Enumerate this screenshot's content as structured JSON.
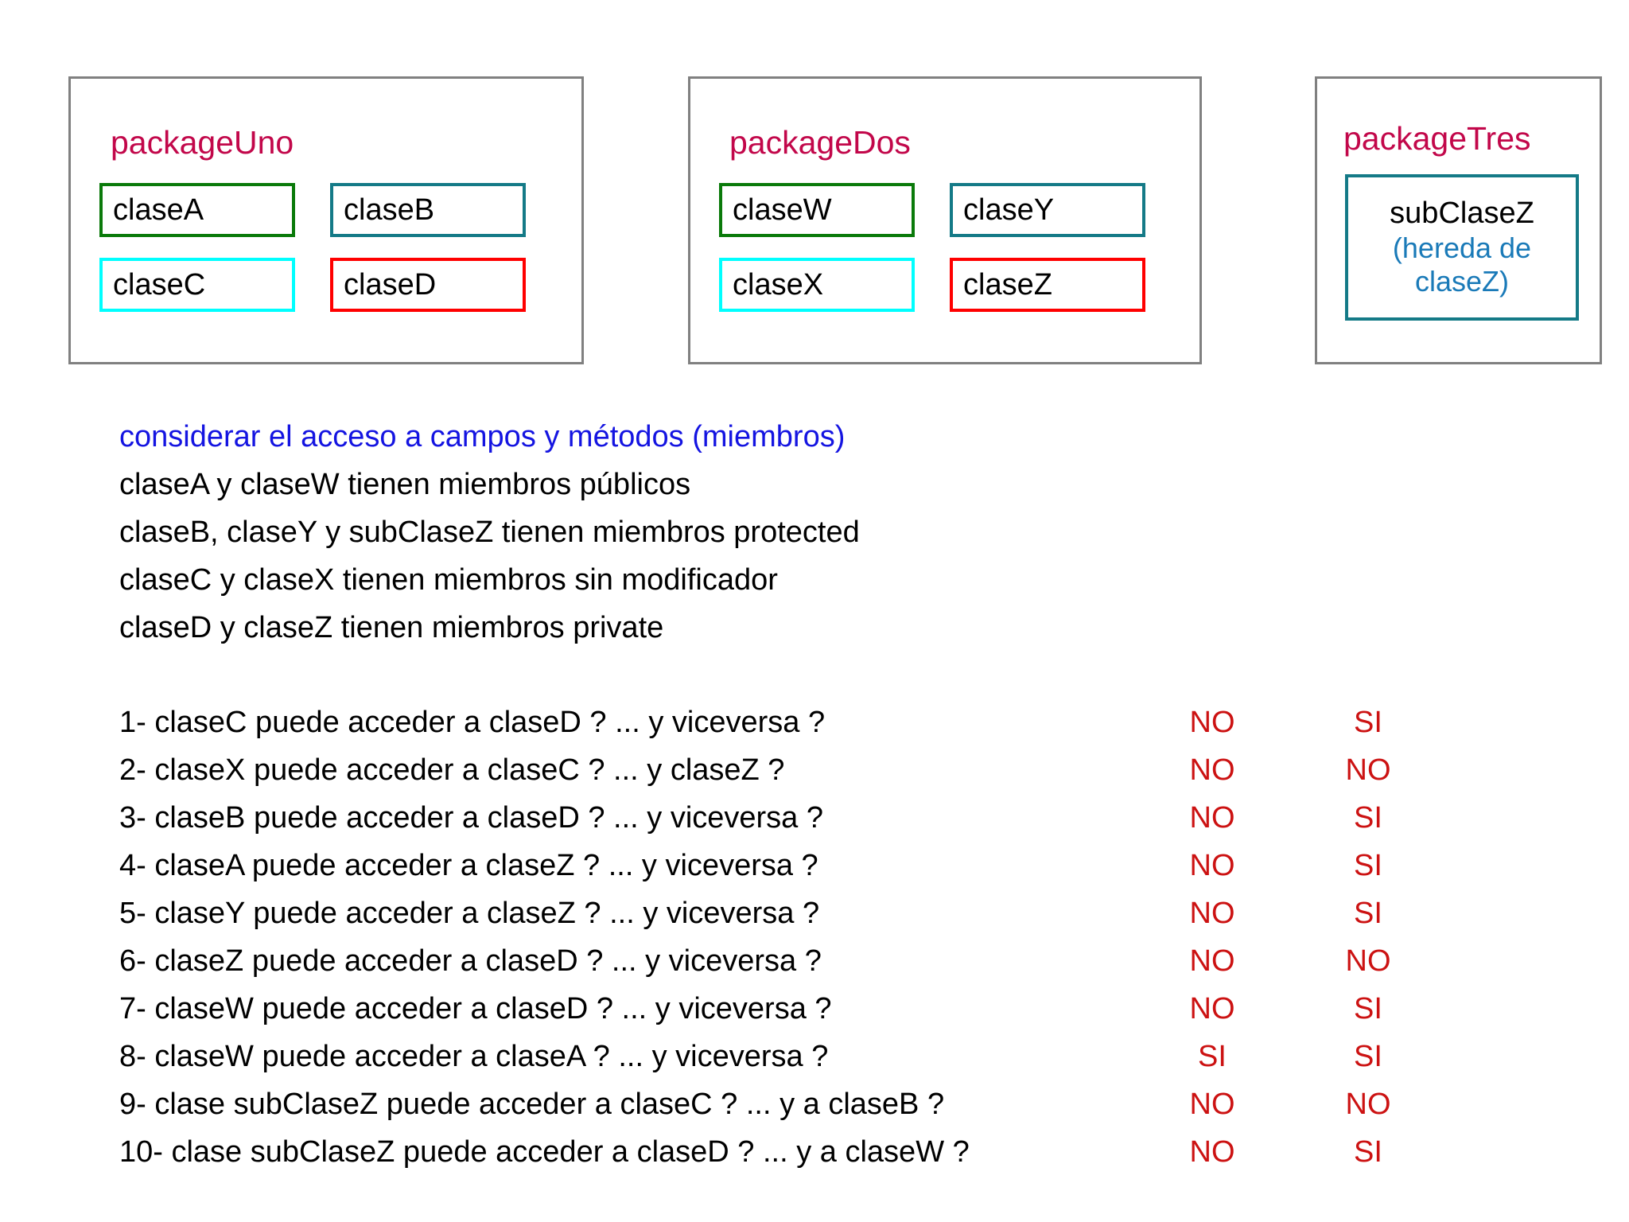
{
  "packages": [
    {
      "name": "packageUno",
      "classes": [
        {
          "label": "claseA",
          "border_color": "#0a7a0a",
          "style": "bd-green"
        },
        {
          "label": "claseB",
          "border_color": "#147a87",
          "style": "bd-teal"
        },
        {
          "label": "claseC",
          "border_color": "#00ffff",
          "style": "bd-cyan"
        },
        {
          "label": "claseD",
          "border_color": "#ff0000",
          "style": "bd-red"
        }
      ]
    },
    {
      "name": "packageDos",
      "classes": [
        {
          "label": "claseW",
          "border_color": "#0a7a0a",
          "style": "bd-green"
        },
        {
          "label": "claseY",
          "border_color": "#147a87",
          "style": "bd-teal"
        },
        {
          "label": "claseX",
          "border_color": "#00ffff",
          "style": "bd-cyan"
        },
        {
          "label": "claseZ",
          "border_color": "#ff0000",
          "style": "bd-red"
        }
      ]
    },
    {
      "name": "packageTres",
      "subclass": {
        "name": "subClaseZ",
        "note_line1": "(hereda de",
        "note_line2": "claseZ)",
        "border_color": "#147a87",
        "note_color": "#1a7ab8"
      }
    }
  ],
  "notes": [
    {
      "text": "considerar el acceso a campos y métodos (miembros)",
      "accent": true
    },
    {
      "text": "claseA y claseW tienen miembros públicos",
      "accent": false
    },
    {
      "text": "claseB, claseY y subClaseZ tienen miembros protected",
      "accent": false
    },
    {
      "text": "claseC y claseX tienen miembros sin modificador",
      "accent": false
    },
    {
      "text": "claseD y claseZ tienen miembros private",
      "accent": false
    }
  ],
  "questions": [
    {
      "text": "1- claseC puede acceder a claseD ? ... y viceversa ?",
      "answer1": "NO",
      "answer2": "SI"
    },
    {
      "text": "2- claseX puede acceder a claseC ? ... y claseZ ?",
      "answer1": "NO",
      "answer2": "NO"
    },
    {
      "text": "3- claseB puede acceder a claseD ? ... y viceversa ?",
      "answer1": "NO",
      "answer2": "SI"
    },
    {
      "text": "4- claseA puede acceder a claseZ ? ... y viceversa ?",
      "answer1": "NO",
      "answer2": "SI"
    },
    {
      "text": "5- claseY puede acceder a claseZ ? ... y viceversa ?",
      "answer1": "NO",
      "answer2": "SI"
    },
    {
      "text": "6- claseZ puede acceder a claseD ? ... y viceversa ?",
      "answer1": "NO",
      "answer2": "NO"
    },
    {
      "text": "7- claseW puede acceder a claseD ? ... y viceversa ?",
      "answer1": "NO",
      "answer2": "SI"
    },
    {
      "text": "8- claseW puede acceder a claseA ? ... y viceversa ?",
      "answer1": "SI",
      "answer2": "SI"
    },
    {
      "text": "9- clase subClaseZ puede acceder a claseC ? ... y a claseB ?",
      "answer1": "NO",
      "answer2": "NO"
    },
    {
      "text": "10- clase subClaseZ puede acceder a claseD ? ... y a claseW ?",
      "answer1": "NO",
      "answer2": "SI"
    }
  ],
  "colors": {
    "package_title": "#c2074a",
    "package_border": "#808080",
    "answer": "#cc1212",
    "accent_note": "#1414e1",
    "body_text": "#000000"
  }
}
